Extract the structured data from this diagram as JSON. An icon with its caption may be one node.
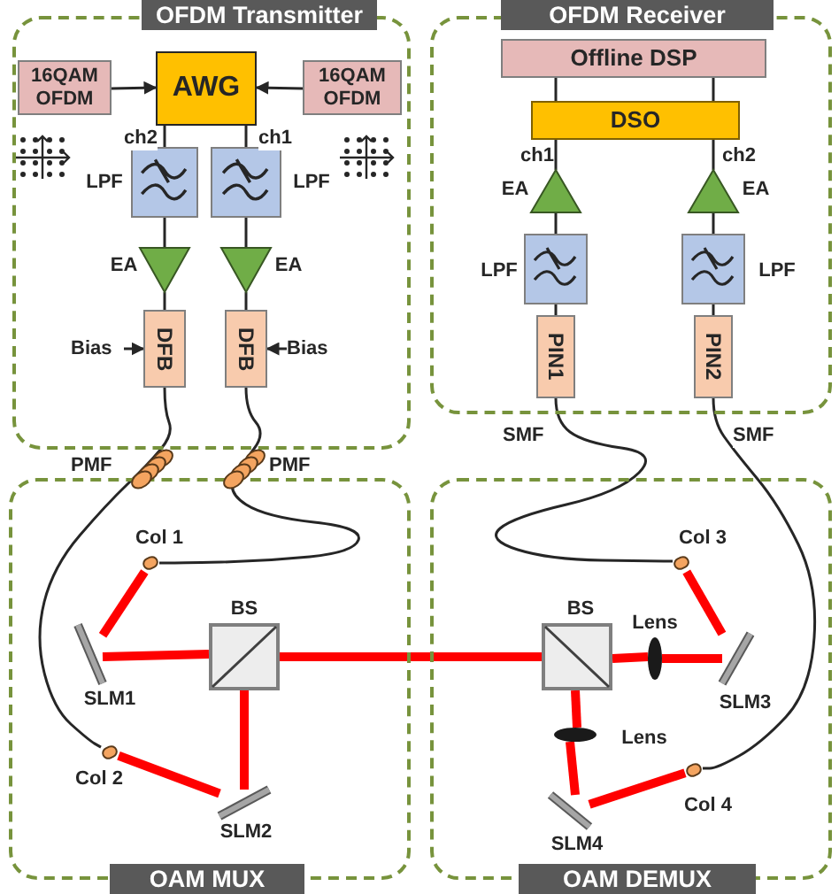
{
  "diagram": {
    "nodes": [
      {
        "text": [
          "OFDM Transmitter"
        ]
      },
      {
        "text": [
          "16QAM OFDM"
        ],
        "in": 0
      },
      {
        "text": [
          "AWG"
        ],
        "in": 0
      },
      {
        "text": [
          "16QAM OFDM"
        ],
        "in": 0
      },
      {
        "text": [
          "LPF"
        ],
        "in": 0
      },
      {
        "text": [
          "LPF"
        ],
        "in": 0
      },
      {
        "text": [
          "EA"
        ],
        "in": 0
      },
      {
        "text": [
          "EA"
        ],
        "in": 0
      },
      {
        "text": [
          "DFB"
        ],
        "in": 0
      },
      {
        "text": [
          "DFB"
        ],
        "in": 0
      },
      {
        "text": [
          "Bias"
        ],
        "in": 0
      },
      {
        "text": [
          "Bias"
        ],
        "in": 0
      },
      {
        "text": [
          "OFDM Receiver"
        ]
      },
      {
        "text": [
          "Offline DSP"
        ],
        "in": 12
      },
      {
        "text": [
          "DSO"
        ],
        "in": 12
      },
      {
        "text": [
          "EA"
        ],
        "in": 12
      },
      {
        "text": [
          "EA"
        ],
        "in": 12
      },
      {
        "text": [
          "LPF"
        ],
        "in": 12
      },
      {
        "text": [
          "LPF"
        ],
        "in": 12
      },
      {
        "text": [
          "PIN1"
        ],
        "in": 12
      },
      {
        "text": [
          "PIN2"
        ],
        "in": 12
      },
      {
        "text": [
          "OAM MUX"
        ]
      },
      {
        "text": [
          "Col 1"
        ],
        "in": 21
      },
      {
        "text": [
          "BS"
        ],
        "in": 21
      },
      {
        "text": [
          "SLM1"
        ],
        "in": 21
      },
      {
        "text": [
          "Col 2"
        ],
        "in": 21
      },
      {
        "text": [
          "SLM2"
        ],
        "in": 21
      },
      {
        "text": [
          "OAM DEMUX"
        ]
      },
      {
        "text": [
          "Col 3"
        ],
        "in": 27
      },
      {
        "text": [
          "BS"
        ],
        "in": 27
      },
      {
        "text": [
          "Lens"
        ],
        "in": 27
      },
      {
        "text": [
          "SLM3"
        ],
        "in": 27
      },
      {
        "text": [
          "Lens"
        ],
        "in": 27
      },
      {
        "text": [
          "Col 4"
        ],
        "in": 27
      },
      {
        "text": [
          "SLM4"
        ],
        "in": 27
      }
    ],
    "edges": [
      {
        "from": 1,
        "to": 2,
        "arrow": "to"
      },
      {
        "from": 3,
        "to": 2,
        "arrow": "to"
      },
      {
        "from": 2,
        "to": 4,
        "arrow": "none",
        "label": "ch2"
      },
      {
        "from": 2,
        "to": 5,
        "arrow": "none",
        "label": "ch1"
      },
      {
        "from": 4,
        "to": 6,
        "arrow": "none"
      },
      {
        "from": 5,
        "to": 7,
        "arrow": "none"
      },
      {
        "from": 6,
        "to": 8,
        "arrow": "none"
      },
      {
        "from": 7,
        "to": 9,
        "arrow": "none"
      },
      {
        "from": 10,
        "to": 8,
        "arrow": "to"
      },
      {
        "from": 11,
        "to": 9,
        "arrow": "to"
      },
      {
        "from": 8,
        "to": 25,
        "arrow": "none",
        "label": "PMF"
      },
      {
        "from": 9,
        "to": 22,
        "arrow": "none",
        "label": "PMF"
      },
      {
        "from": 13,
        "to": 14,
        "arrow": "none"
      },
      {
        "from": 13,
        "to": 14,
        "arrow": "none"
      },
      {
        "from": 14,
        "to": 15,
        "arrow": "none",
        "label": "ch1"
      },
      {
        "from": 14,
        "to": 16,
        "arrow": "none",
        "label": "ch2"
      },
      {
        "from": 15,
        "to": 17,
        "arrow": "none"
      },
      {
        "from": 16,
        "to": 18,
        "arrow": "none"
      },
      {
        "from": 17,
        "to": 19,
        "arrow": "none"
      },
      {
        "from": 18,
        "to": 20,
        "arrow": "none"
      },
      {
        "from": 19,
        "to": 28,
        "arrow": "none",
        "label": "SMF"
      },
      {
        "from": 20,
        "to": 33,
        "arrow": "none",
        "label": "SMF"
      },
      {
        "from": 22,
        "to": 24,
        "arrow": "none",
        "style": "thick",
        "color": "#ff0000"
      },
      {
        "from": 24,
        "to": 23,
        "arrow": "none",
        "style": "thick",
        "color": "#ff0000"
      },
      {
        "from": 23,
        "to": 26,
        "arrow": "none",
        "style": "thick",
        "color": "#ff0000"
      },
      {
        "from": 26,
        "to": 25,
        "arrow": "none",
        "style": "thick",
        "color": "#ff0000"
      },
      {
        "from": 23,
        "to": 29,
        "arrow": "none",
        "style": "thick",
        "color": "#ff0000"
      },
      {
        "from": 29,
        "to": 30,
        "arrow": "none",
        "style": "thick",
        "color": "#ff0000"
      },
      {
        "from": 30,
        "to": 31,
        "arrow": "none",
        "style": "thick",
        "color": "#ff0000"
      },
      {
        "from": 31,
        "to": 28,
        "arrow": "none",
        "style": "thick",
        "color": "#ff0000"
      },
      {
        "from": 29,
        "to": 32,
        "arrow": "none",
        "style": "thick",
        "color": "#ff0000"
      },
      {
        "from": 32,
        "to": 34,
        "arrow": "none",
        "style": "thick",
        "color": "#ff0000"
      },
      {
        "from": 34,
        "to": 33,
        "arrow": "none",
        "style": "thick",
        "color": "#ff0000"
      }
    ]
  }
}
